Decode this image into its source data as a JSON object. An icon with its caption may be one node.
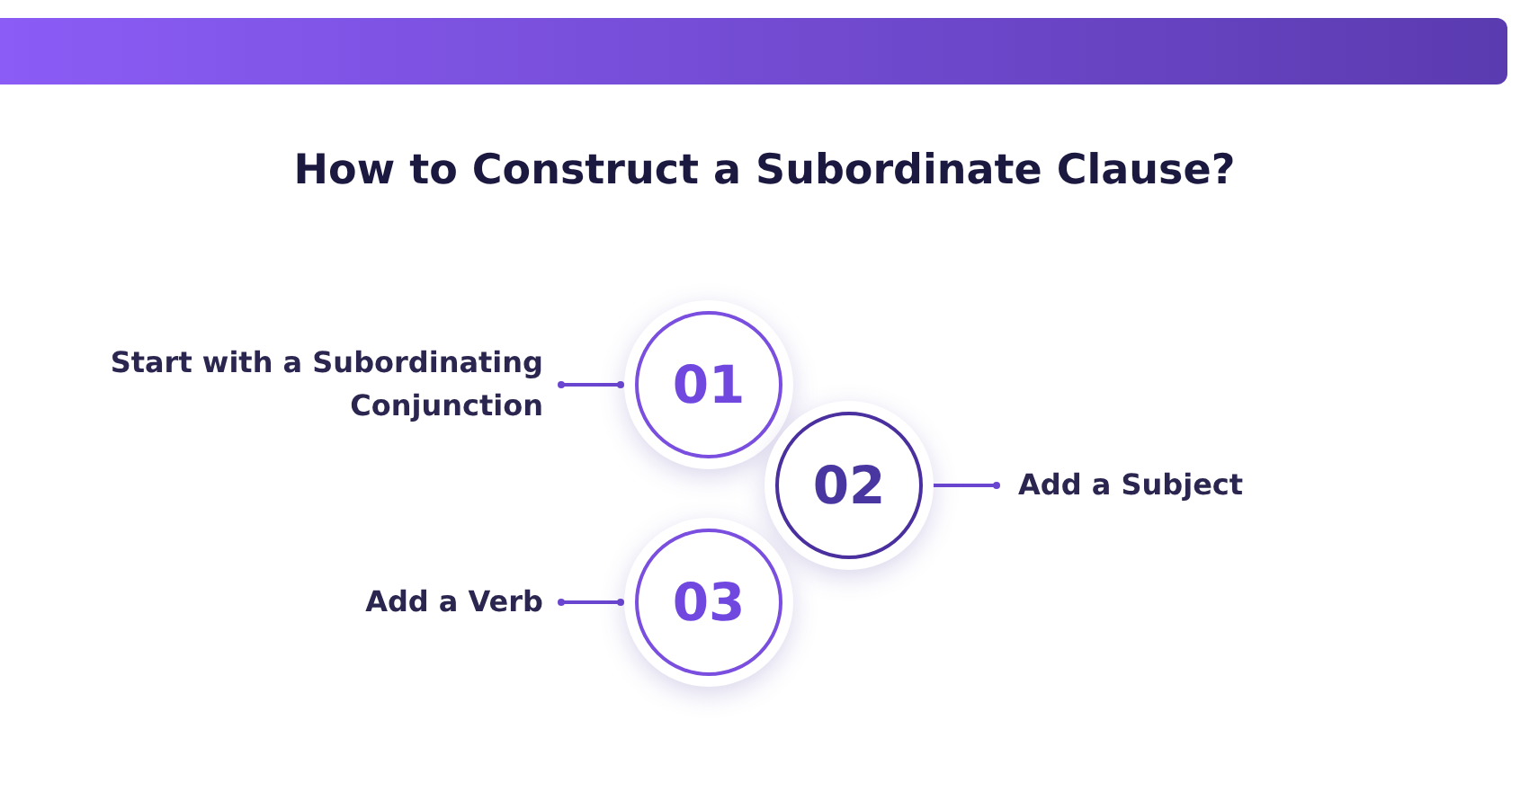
{
  "diagram": {
    "title": "How to Construct a Subordinate Clause?",
    "nodes": [
      {
        "text": [
          "01"
        ]
      },
      {
        "text": [
          "02"
        ]
      },
      {
        "text": [
          "03"
        ]
      },
      {
        "text": [
          "Start with a Subordinating Conjunction"
        ]
      },
      {
        "text": [
          "Add a Subject"
        ]
      },
      {
        "text": [
          "Add a Verb"
        ]
      }
    ],
    "edges": [
      {
        "from": 3,
        "to": 0,
        "arrow": "other"
      },
      {
        "from": 0,
        "to": 4,
        "arrow": "other"
      },
      {
        "from": 5,
        "to": 2,
        "arrow": "other"
      }
    ]
  }
}
